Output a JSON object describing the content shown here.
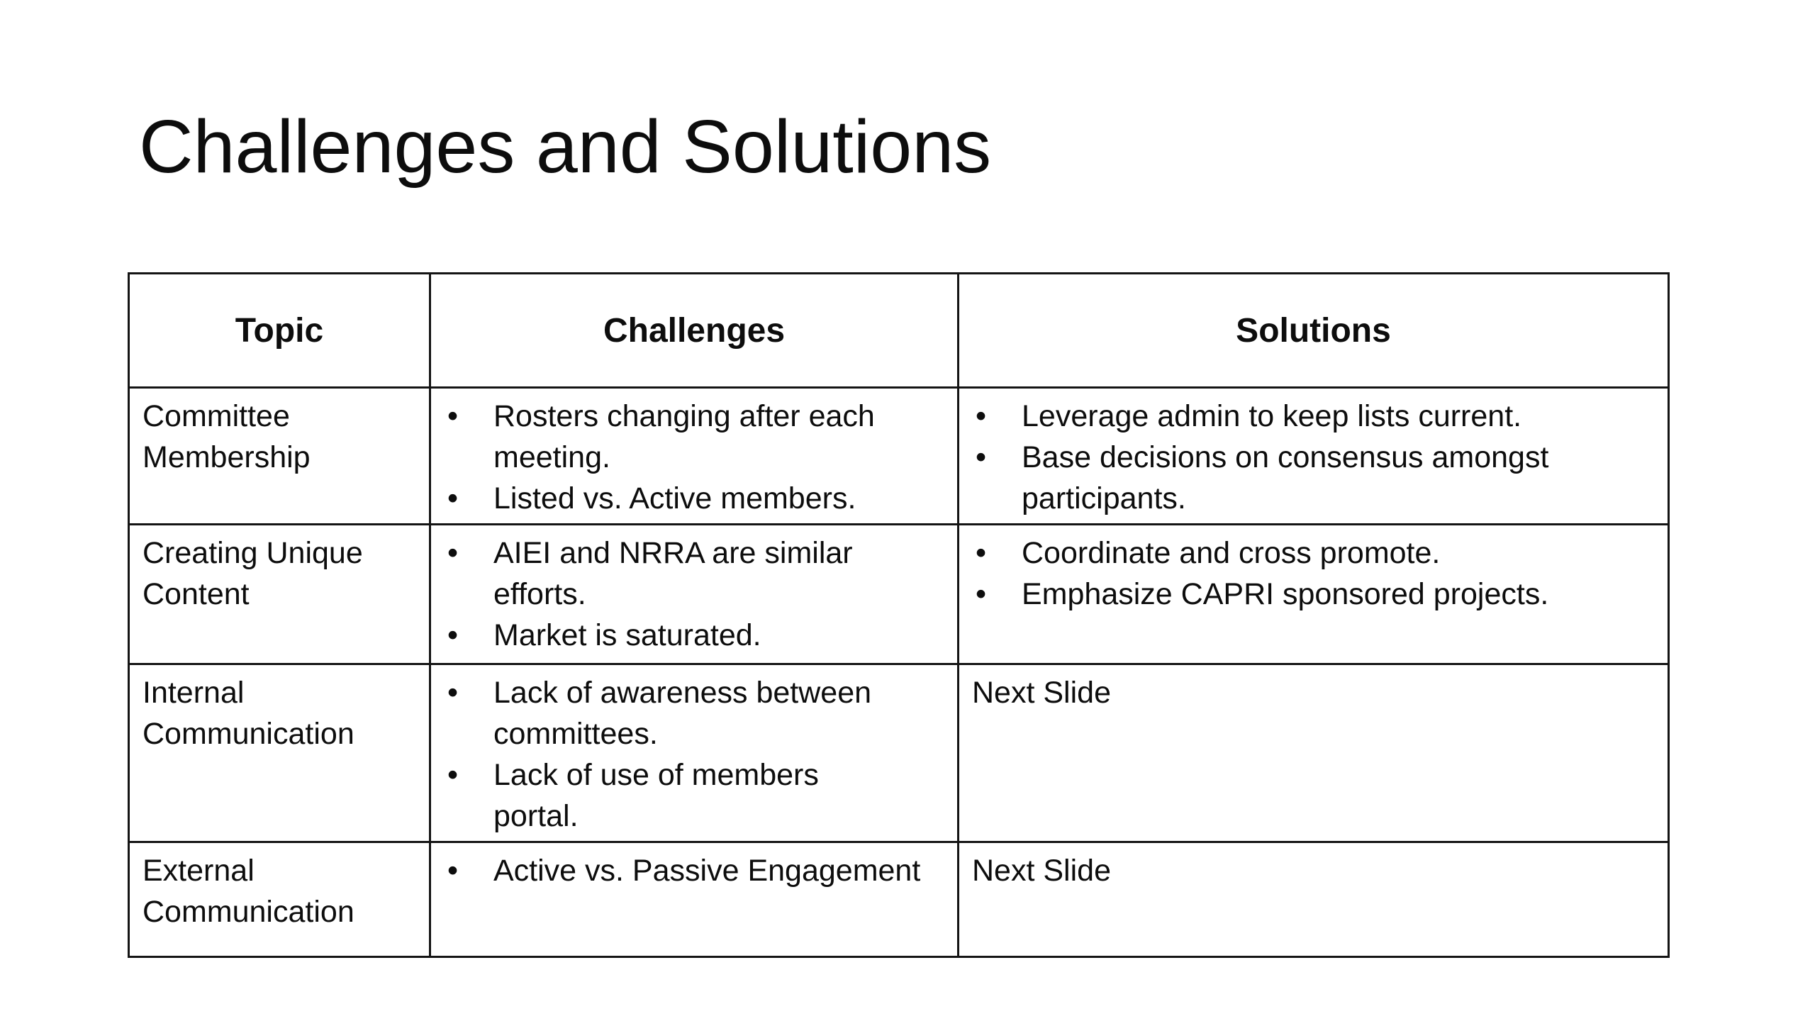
{
  "slide": {
    "title": "Challenges and Solutions",
    "colors": {
      "background": "#ffffff",
      "text": "#0d0d0d",
      "table_border": "#141414"
    },
    "table": {
      "headers": [
        "Topic",
        "Challenges",
        "Solutions"
      ],
      "rows": [
        {
          "topic": "Committee\nMembership",
          "challenges": [
            "Rosters changing after each\nmeeting.",
            "Listed vs. Active members."
          ],
          "solutions": [
            "Leverage admin to keep lists current.",
            "Base decisions on consensus amongst\nparticipants."
          ]
        },
        {
          "topic": "Creating Unique\nContent",
          "challenges": [
            "AIEI and NRRA are similar\nefforts.",
            "Market is saturated."
          ],
          "solutions": [
            "Coordinate and cross promote.",
            "Emphasize CAPRI sponsored projects."
          ]
        },
        {
          "topic": "Internal\nCommunication",
          "challenges": [
            "Lack of awareness between\ncommittees.",
            "Lack of use of members\nportal."
          ],
          "solutions_text": "Next Slide"
        },
        {
          "topic": "External\nCommunication",
          "challenges": [
            "Active vs. Passive Engagement"
          ],
          "solutions_text": "Next Slide"
        }
      ]
    }
  }
}
